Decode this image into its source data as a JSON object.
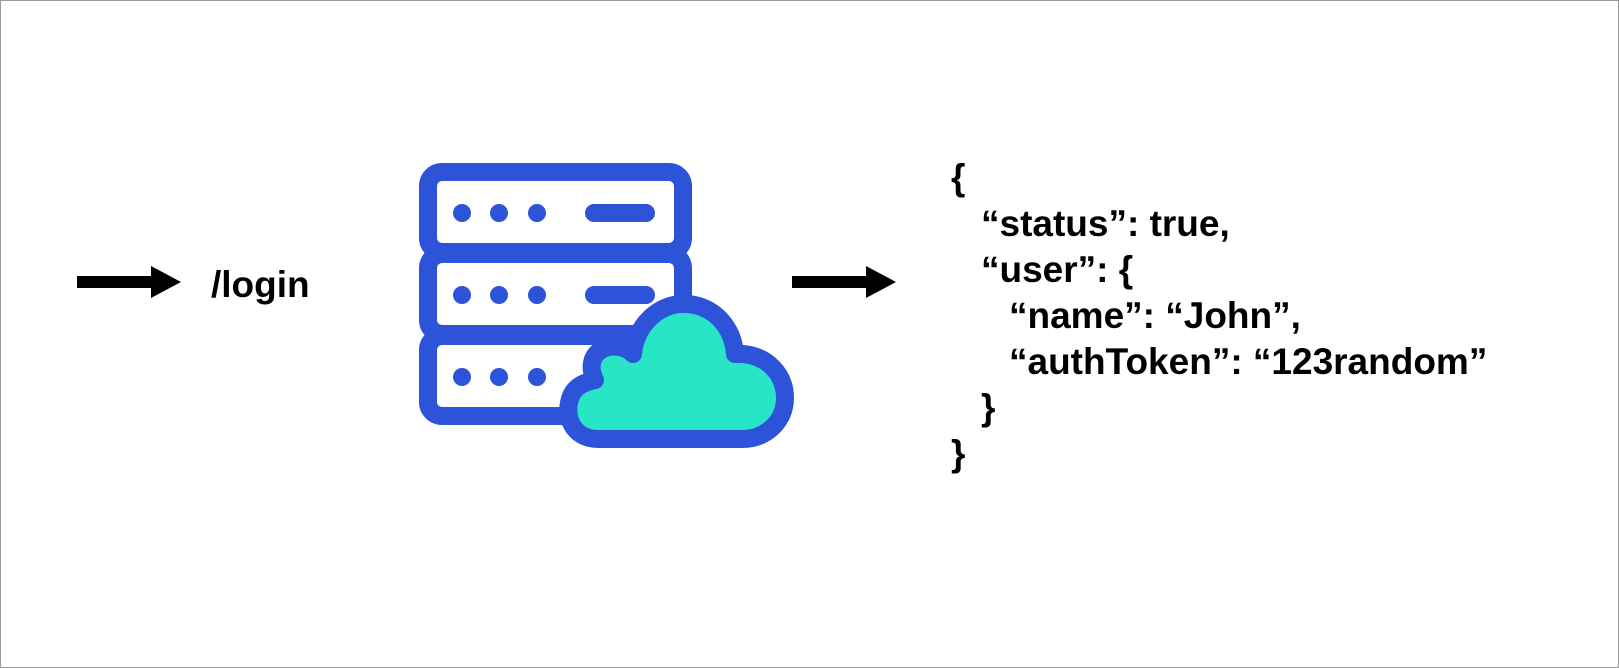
{
  "diagram": {
    "request": {
      "endpoint": "/login"
    },
    "response_json": {
      "lines": [
        "{",
        "“status”: true,",
        "“user”: {",
        "“name”: “John”,",
        "“authToken”: “123random”",
        "}",
        "}"
      ]
    },
    "icons": {
      "request_arrow": "right-arrow-icon",
      "server": "server-cloud-icon",
      "response_arrow": "right-arrow-icon"
    },
    "colors": {
      "server_blue": "#2D54D8",
      "cloud_teal": "#27E5C5",
      "text": "#000000",
      "border": "#9A9A9A"
    }
  }
}
